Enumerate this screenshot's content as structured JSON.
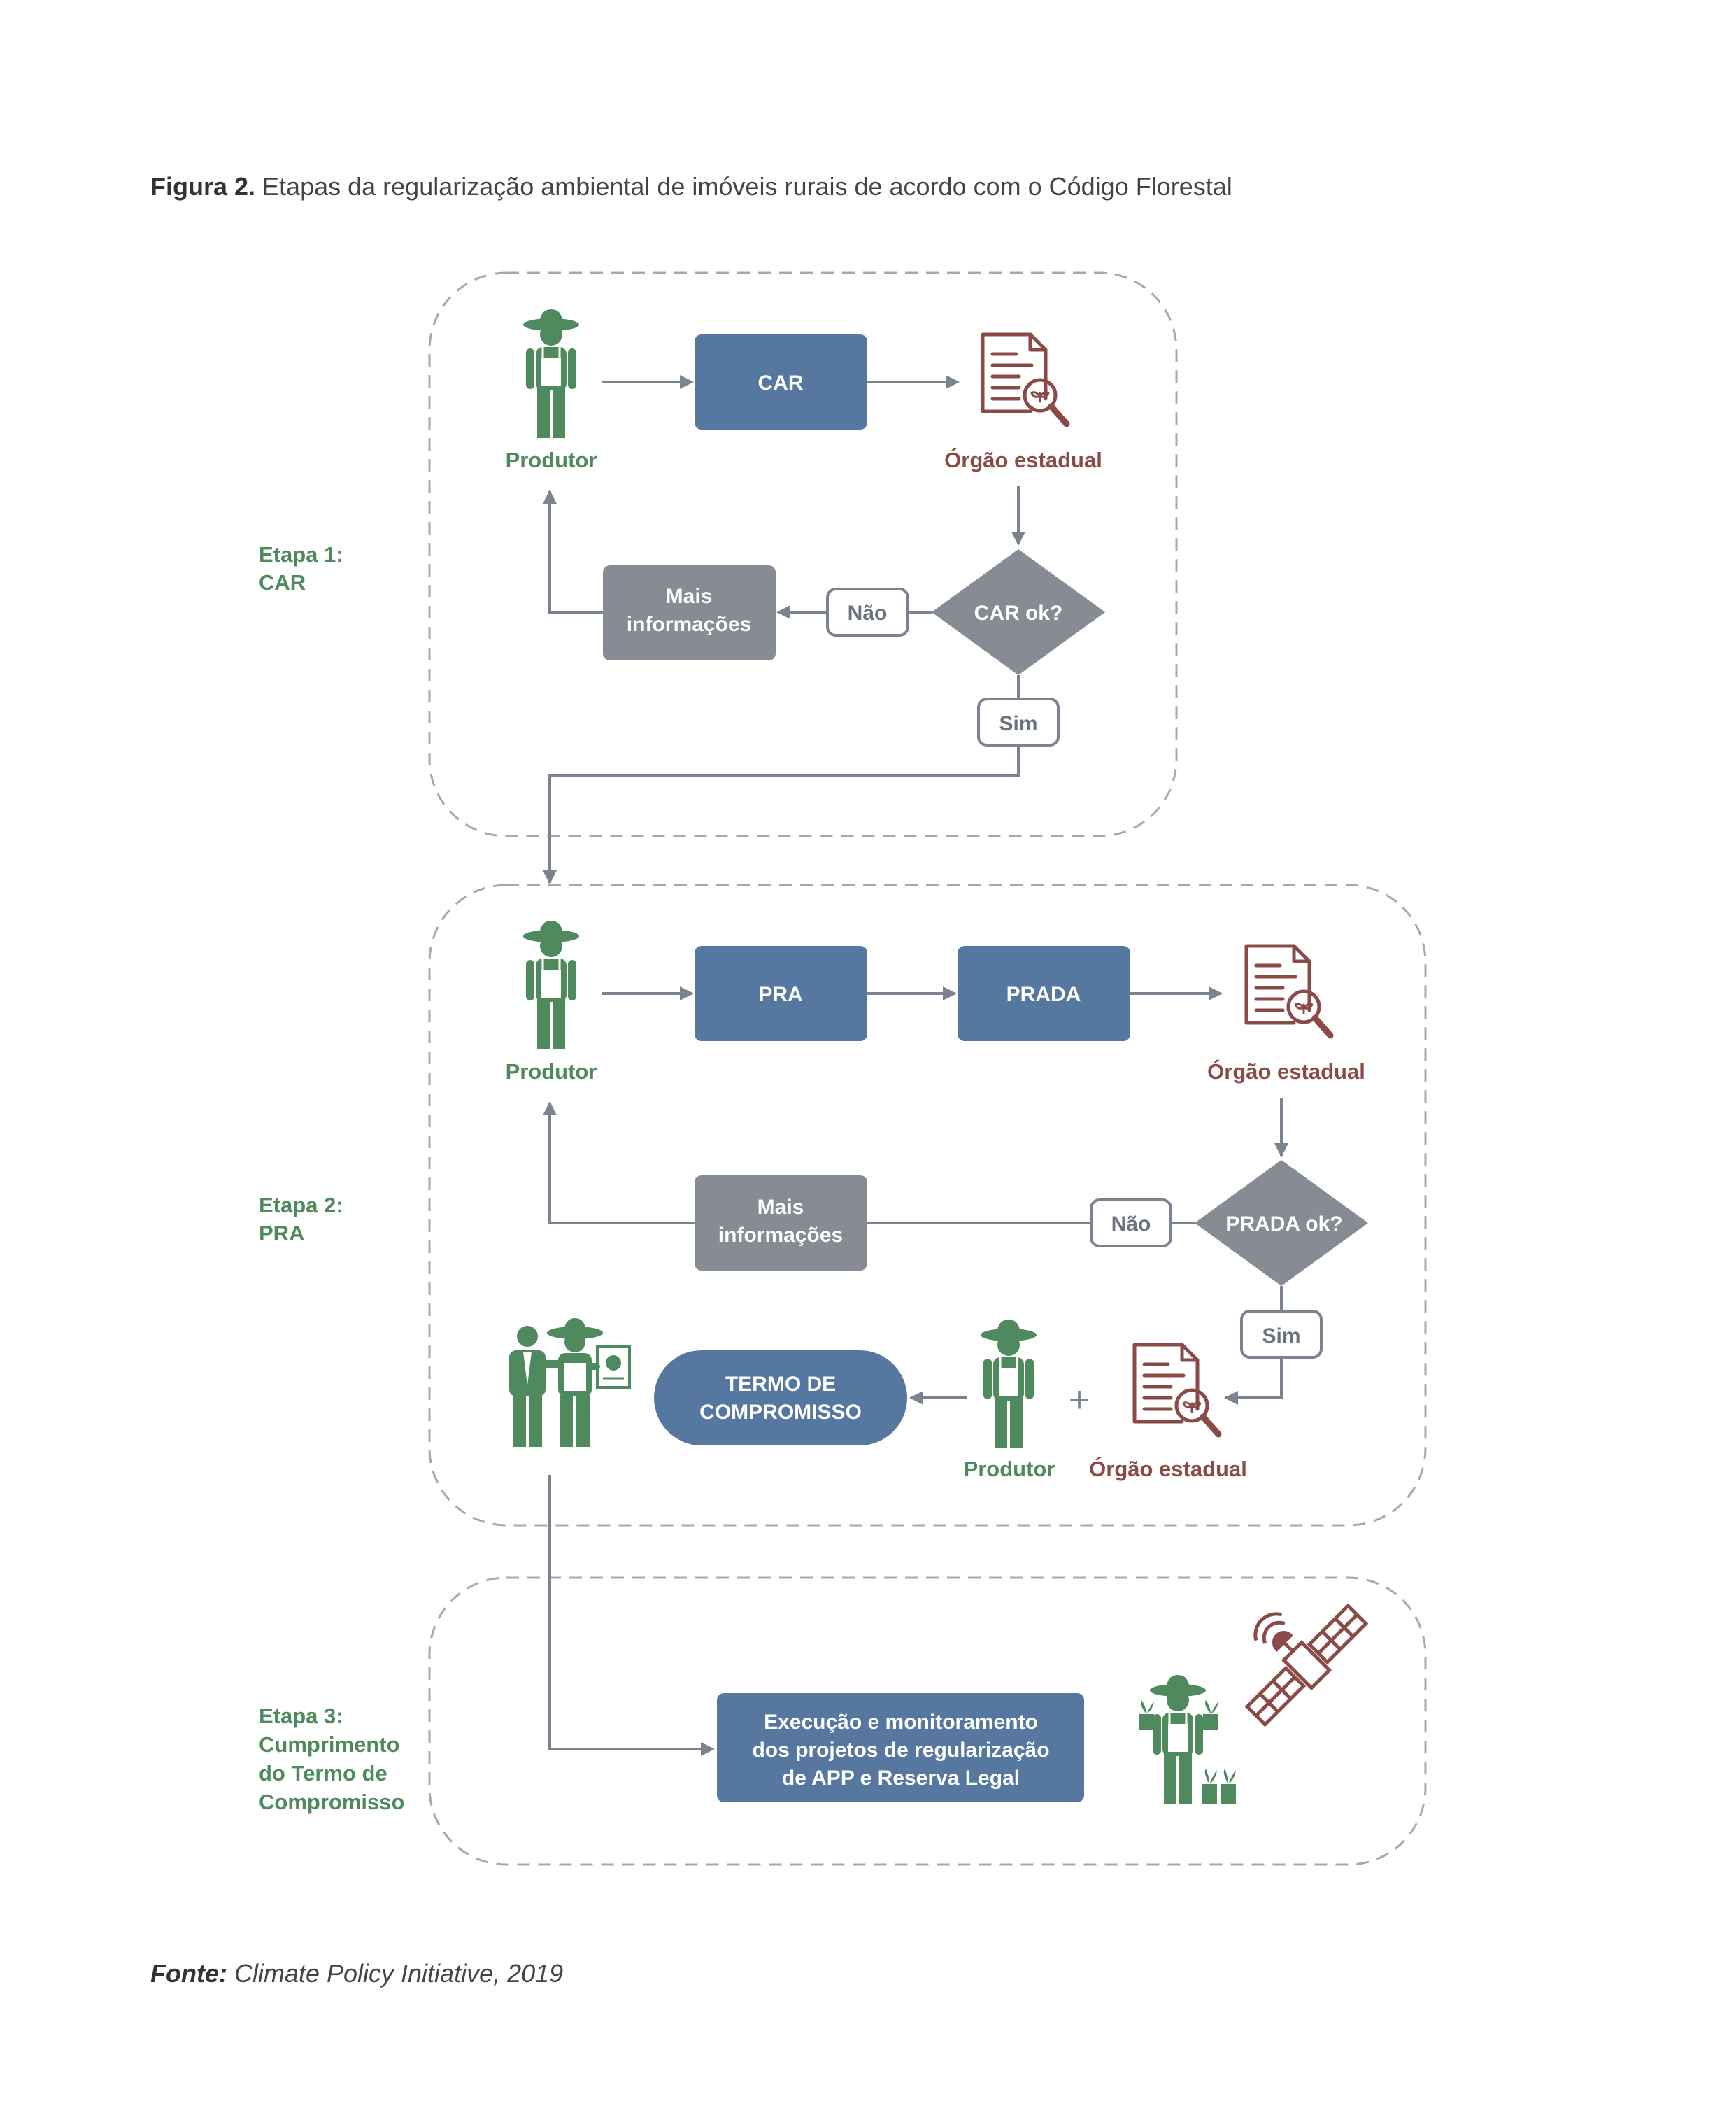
{
  "caption": {
    "prefix": "Figura 2.",
    "text": " Etapas da regularização ambiental de imóveis rurais de acordo com o Código Florestal"
  },
  "source": {
    "prefix": "Fonte:",
    "text": " Climate Policy Initiative, 2019"
  },
  "stage1": {
    "label_line1": "Etapa 1:",
    "label_line2": "CAR",
    "producer": "Produtor",
    "car_box": "CAR",
    "agency": "Órgão estadual",
    "decision": "CAR ok?",
    "no": "Não",
    "yes": "Sim",
    "more_info_line1": "Mais",
    "more_info_line2": "informações"
  },
  "stage2": {
    "label_line1": "Etapa 2:",
    "label_line2": "PRA",
    "producer": "Produtor",
    "pra_box": "PRA",
    "prada_box": "PRADA",
    "agency": "Órgão estadual",
    "decision": "PRADA ok?",
    "no": "Não",
    "yes": "Sim",
    "more_info_line1": "Mais",
    "more_info_line2": "informações",
    "term_line1": "TERMO DE",
    "term_line2": "COMPROMISSO",
    "producer2": "Produtor",
    "plus": "+",
    "agency2": "Órgão estadual"
  },
  "stage3": {
    "label_line1": "Etapa 3:",
    "label_line2": "Cumprimento",
    "label_line3": "do Termo de",
    "label_line4": "Compromisso",
    "exec_line1": "Execução e monitoramento",
    "exec_line2": "dos projetos de regularização",
    "exec_line3": "de APP e Reserva Legal"
  },
  "colors": {
    "green": "#4f8a5f",
    "blue": "#5577a0",
    "gray_box": "#868b94",
    "arrow": "#7c8390",
    "red": "#8a4a48",
    "dash": "#a8a8a8"
  },
  "icons": [
    "farmer-icon",
    "document-search-icon",
    "handshake-people-icon",
    "farmer-plants-icon",
    "satellite-icon"
  ]
}
